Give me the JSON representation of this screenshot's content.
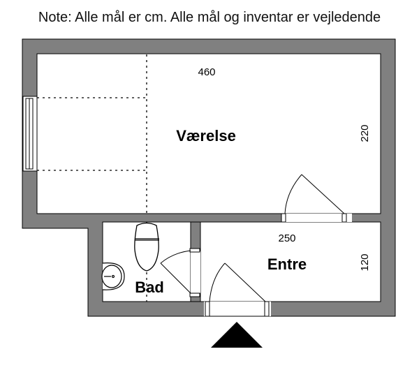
{
  "note": "Note: Alle mål er cm. Alle mål og inventar er vejledende",
  "rooms": {
    "vaerelse": {
      "label": "Værelse",
      "width": "460",
      "depth": "220"
    },
    "entre": {
      "label": "Entre",
      "width": "250",
      "depth": "120"
    },
    "bad": {
      "label": "Bad"
    }
  },
  "colors": {
    "wall": "#808080",
    "line": "#000000"
  }
}
